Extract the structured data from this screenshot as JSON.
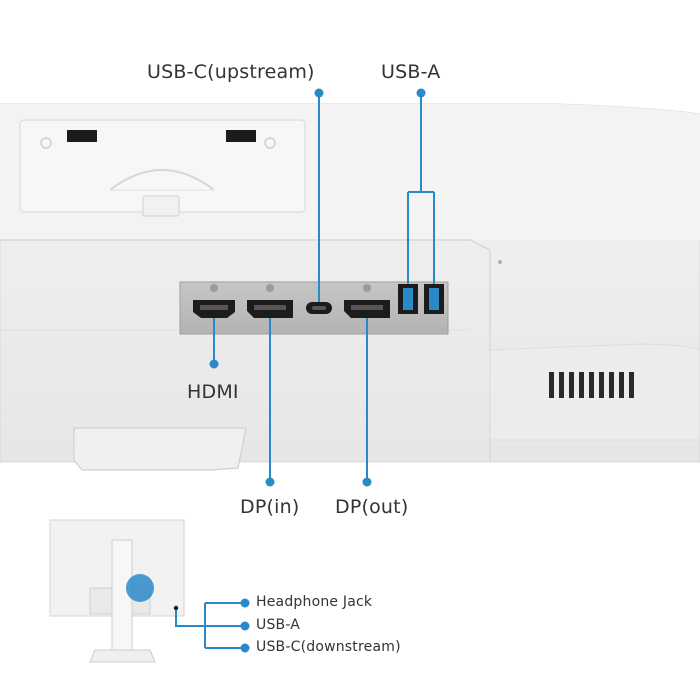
{
  "colors": {
    "accent": "#2a8ac9",
    "label": "#333333",
    "monitor_body": "#efefef",
    "port_panel": "#bdbdbd",
    "port_black": "#1c1c1c"
  },
  "top_labels": {
    "usb_c_upstream": "USB-C(upstream)",
    "usb_a": "USB-A"
  },
  "port_labels": {
    "hdmi": "HDMI",
    "dp_in": "DP(in)",
    "dp_out": "DP(out)"
  },
  "side_ports": [
    {
      "label": "Headphone Jack"
    },
    {
      "label": "USB-A"
    },
    {
      "label": "USB-C(downstream)"
    }
  ],
  "icons": {
    "hdmi": "hdmi-port-icon",
    "dp": "displayport-icon",
    "usb_c": "usb-c-port-icon",
    "usb_a": "usb-a-port-icon"
  }
}
